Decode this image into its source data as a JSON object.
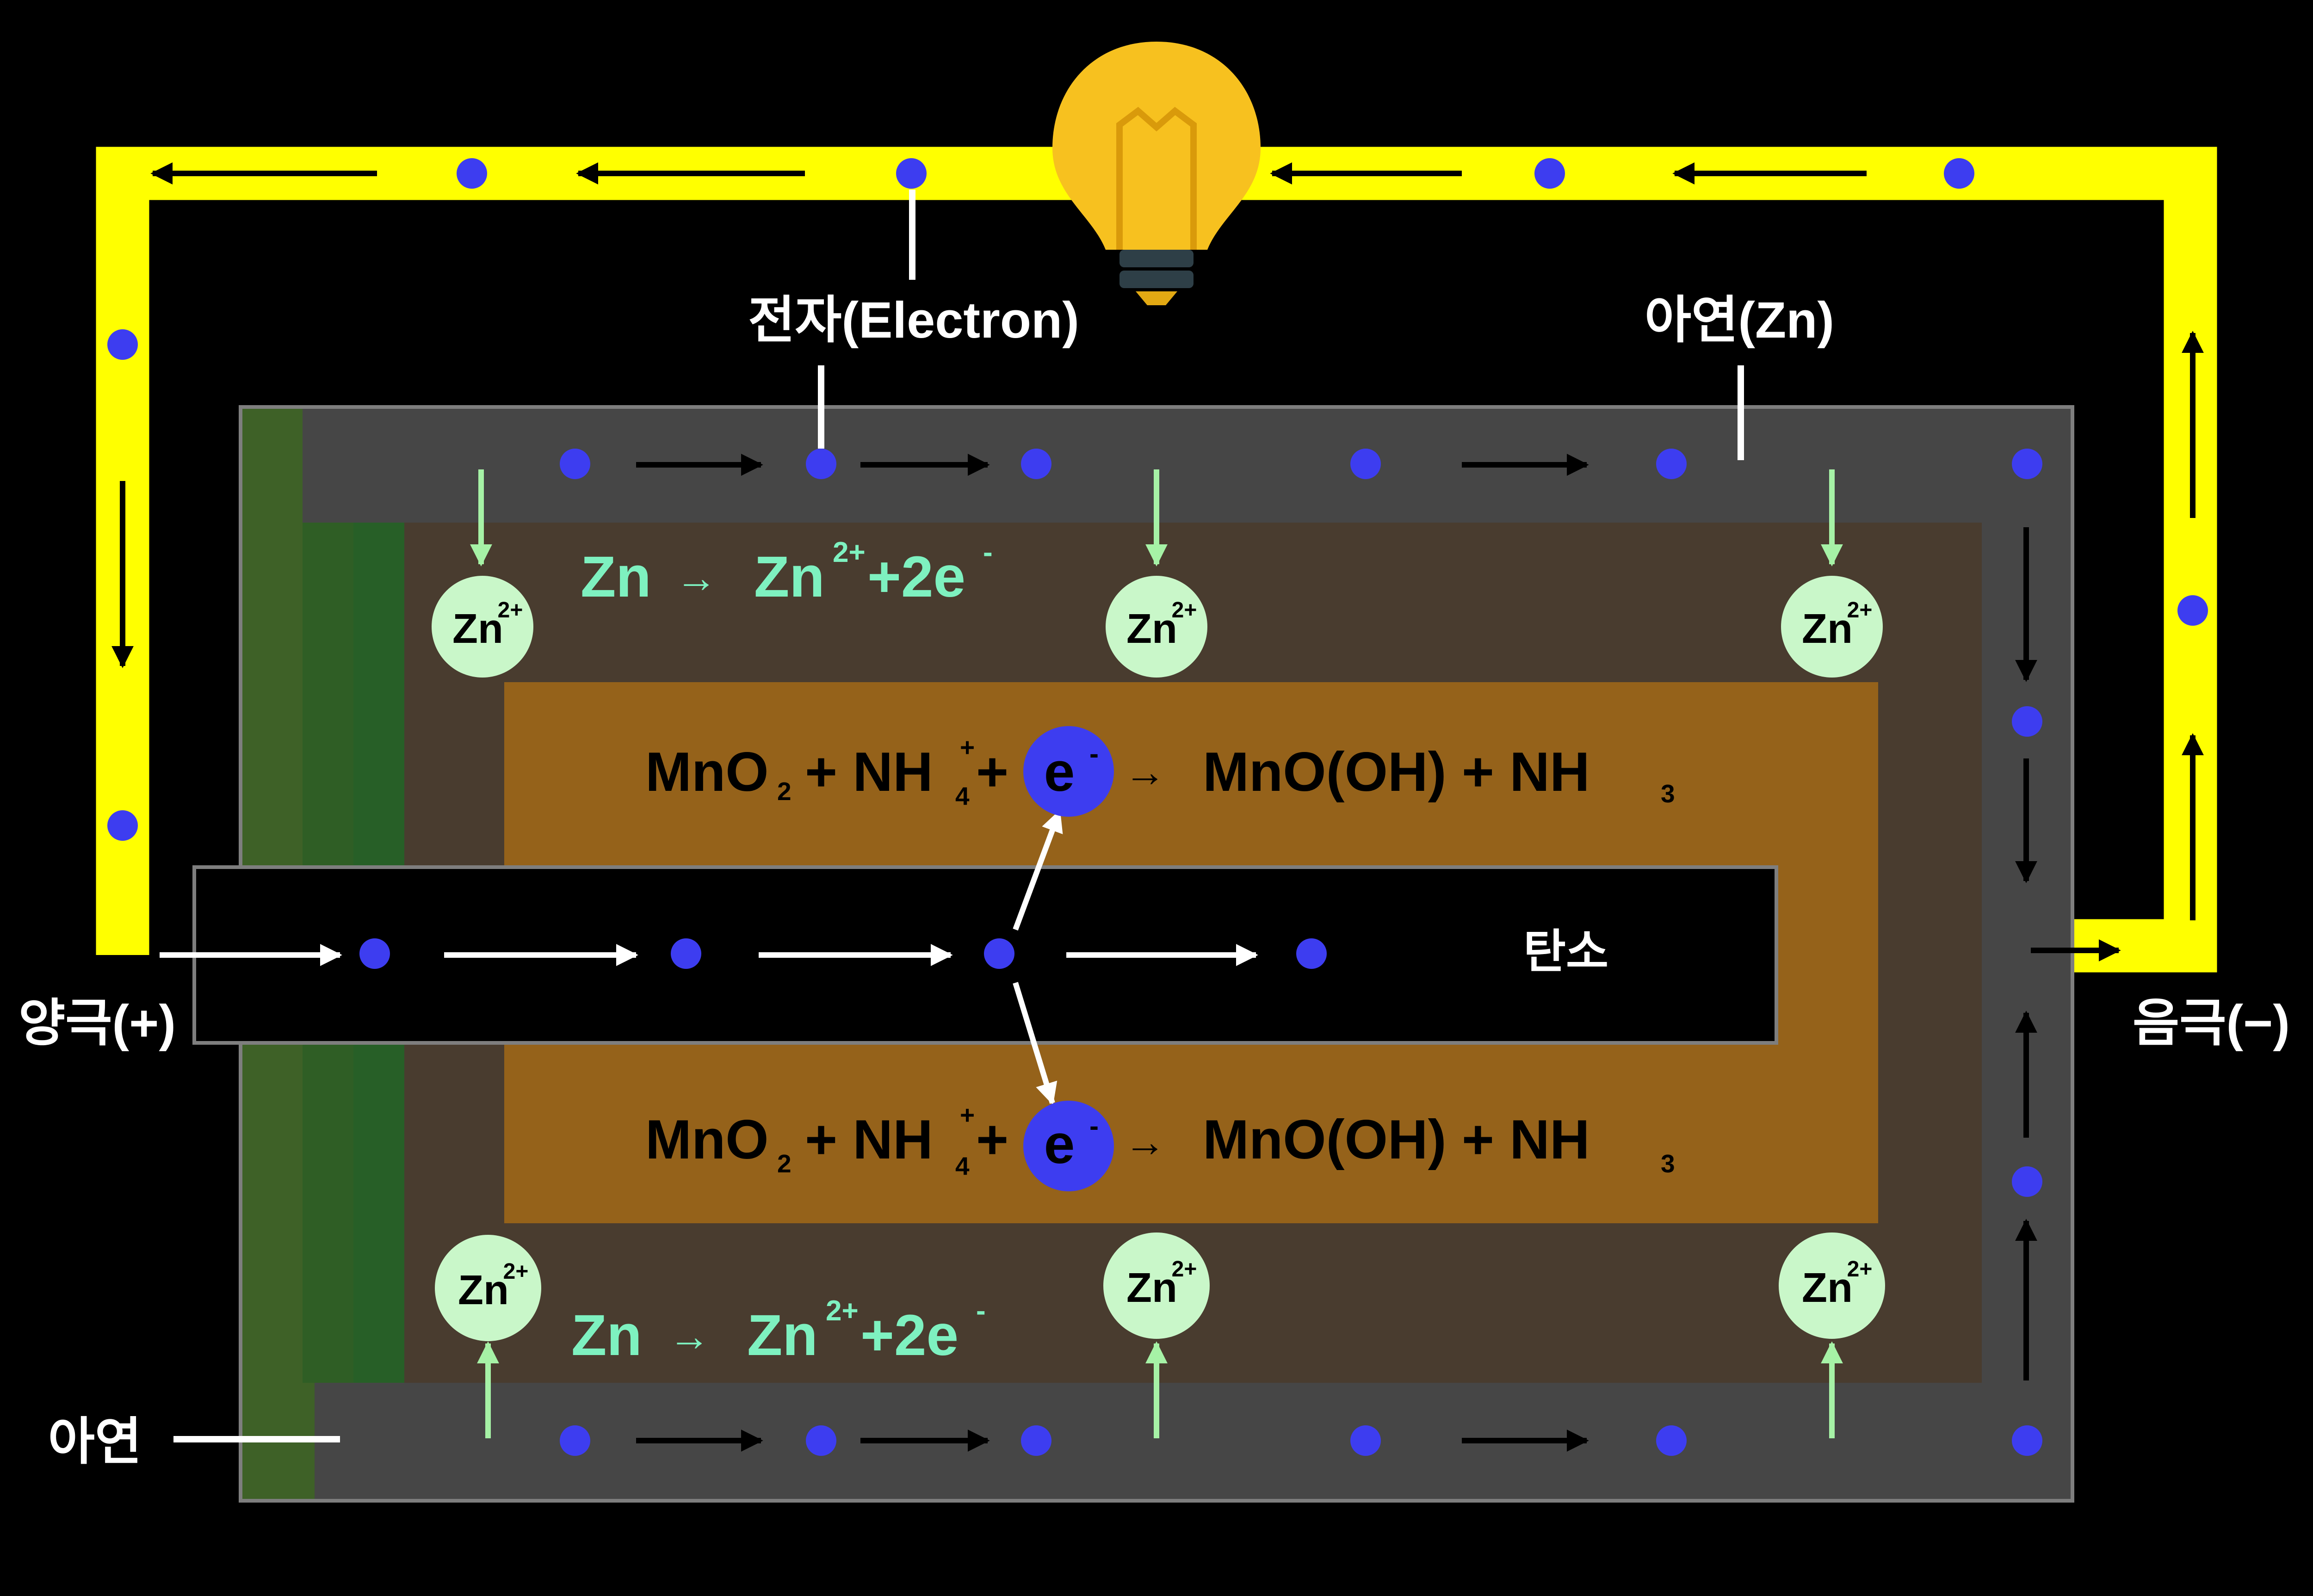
{
  "colors": {
    "background": "#000000",
    "wire": "#FFFF00",
    "electron": "#3D3DF0",
    "zinc_casing": "#464646",
    "electrolyte_paste": "#493C2F",
    "mno2_mix": "#95621A",
    "separator_dark": "#275F27",
    "separator_light": "#3E6127",
    "zn_ion": "#C9F7C9",
    "zn_equation": "#7EF1C0",
    "ion_arrow": "#A6F2A6",
    "bulb": "#F7C11F"
  },
  "labels": {
    "electron": "전자(Electron)",
    "zinc_top": "아연(Zn)",
    "carbon": "탄소",
    "positive": "양극(+)",
    "negative": "음극(−)",
    "zinc_bottom": "아연"
  },
  "zn_equation": {
    "left": "Zn",
    "arrow": "→",
    "product": "Zn",
    "charge": "2+",
    "plus": "+2e",
    "electron_sign": "-"
  },
  "mno2_equation": {
    "mno": "MnO",
    "sub2": "2",
    "plus1": "+ NH",
    "sub4": "4",
    "sup_plus": "+",
    "plus2": "+",
    "e": "e",
    "e_sign": "-",
    "arrow": "→",
    "product": "MnO(OH) + NH",
    "sub3": "3"
  },
  "zn_ion": {
    "symbol": "Zn",
    "charge": "2+"
  },
  "icons": [
    "light-bulb-icon",
    "electron-dot",
    "flow-arrow"
  ]
}
